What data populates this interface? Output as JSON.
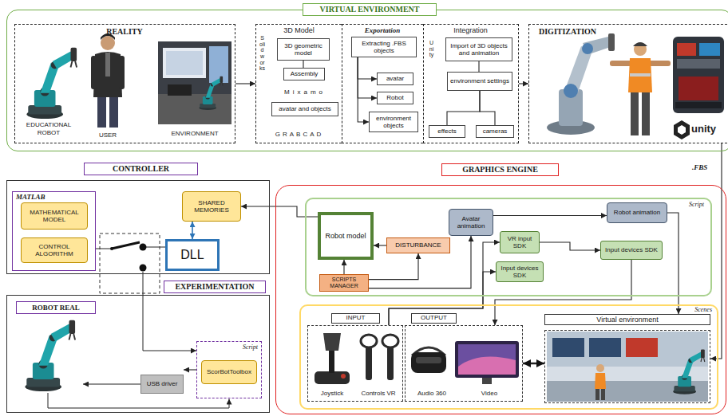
{
  "diagram": {
    "nodes": [
      {
        "text": [
          "VIRTUAL ENVIRONMENT"
        ]
      },
      {
        "text": [
          "REALITY"
        ],
        "in": 0
      },
      {
        "text": [
          "3D Model"
        ],
        "in": 0
      },
      {
        "text": [
          "3D geometric model"
        ],
        "in": 2
      },
      {
        "text": [
          "Assembly"
        ],
        "in": 2
      },
      {
        "text": [
          "avatar and objects"
        ],
        "in": 2
      },
      {
        "text": [
          "Exportation"
        ],
        "in": 0
      },
      {
        "text": [
          "Extracting .FBS objects"
        ],
        "in": 6
      },
      {
        "text": [
          "avatar"
        ],
        "in": 6
      },
      {
        "text": [
          "Robot"
        ],
        "in": 6
      },
      {
        "text": [
          "environment objects"
        ],
        "in": 6
      },
      {
        "text": [
          "Integration"
        ],
        "in": 0
      },
      {
        "text": [
          "Import of 3D objects and animation"
        ],
        "in": 11
      },
      {
        "text": [
          "environment settings"
        ],
        "in": 11
      },
      {
        "text": [
          "effects"
        ],
        "in": 11
      },
      {
        "text": [
          "cameras"
        ],
        "in": 11
      },
      {
        "text": [
          "DIGITIZATION"
        ],
        "in": 0
      },
      {
        "text": [
          "CONTROLLER"
        ]
      },
      {
        "text": [
          "MATLAB"
        ],
        "in": 17
      },
      {
        "text": [
          "MATHEMATICAL MODEL"
        ],
        "in": 18
      },
      {
        "text": [
          "CONTROL ALGORITHM"
        ],
        "in": 18
      },
      {
        "text": [
          "SHARED MEMORIES"
        ],
        "in": 17
      },
      {
        "text": [
          "DLL"
        ],
        "in": 17
      },
      {
        "text": [
          "EXPERIMENTATION"
        ]
      },
      {
        "text": [
          "ROBOT REAL"
        ],
        "in": 23
      },
      {
        "text": [
          "Script"
        ],
        "in": 23
      },
      {
        "text": [
          "ScorBotToolbox"
        ],
        "in": 25
      },
      {
        "text": [
          "USB driver"
        ],
        "in": 23
      },
      {
        "text": [
          "GRAPHICS ENGINE"
        ]
      },
      {
        "text": [
          "Script"
        ],
        "in": 28
      },
      {
        "text": [
          "Robot model"
        ],
        "in": 29
      },
      {
        "text": [
          "SCRIPTS MANAGER"
        ],
        "in": 29
      },
      {
        "text": [
          "DISTURBANCE"
        ],
        "in": 29
      },
      {
        "text": [
          "Avatar animation"
        ],
        "in": 29
      },
      {
        "text": [
          "Robot animation"
        ],
        "in": 29
      },
      {
        "text": [
          "VR input SDK"
        ],
        "in": 29
      },
      {
        "text": [
          "Input devices SDK"
        ],
        "in": 29
      },
      {
        "text": [
          "Input devices SDK"
        ],
        "in": 29
      },
      {
        "text": [
          "Scenes"
        ],
        "in": 28
      },
      {
        "text": [
          "INPUT"
        ],
        "in": 38
      },
      {
        "text": [
          "OUTPUT"
        ],
        "in": 38
      },
      {
        "text": [
          "Virtual environment"
        ],
        "in": 38
      }
    ],
    "edges": [
      {
        "from": 1,
        "to": 2,
        "arrow": "to"
      },
      {
        "from": 11,
        "to": 16,
        "arrow": "to"
      },
      {
        "from": 3,
        "to": 4,
        "arrow": "none"
      },
      {
        "from": 7,
        "to": 8,
        "arrow": "to"
      },
      {
        "from": 7,
        "to": 9,
        "arrow": "to"
      },
      {
        "from": 7,
        "to": 10,
        "arrow": "to"
      },
      {
        "from": 12,
        "to": 13,
        "arrow": "none"
      },
      {
        "from": 13,
        "to": 14,
        "arrow": "none"
      },
      {
        "from": 13,
        "to": 15,
        "arrow": "none"
      },
      {
        "from": 30,
        "to": 21,
        "arrow": "to"
      },
      {
        "from": 22,
        "to": 21,
        "arrow": "both"
      },
      {
        "from": 25,
        "to": 27,
        "arrow": "to"
      },
      {
        "from": 31,
        "to": 30,
        "arrow": "to"
      },
      {
        "from": 32,
        "to": 30,
        "arrow": "to"
      },
      {
        "from": 31,
        "to": 32,
        "arrow": "to"
      },
      {
        "from": 31,
        "to": 33,
        "arrow": "to"
      },
      {
        "from": 33,
        "to": 34,
        "arrow": "to"
      },
      {
        "from": 34,
        "to": 41,
        "arrow": "to"
      },
      {
        "from": 35,
        "to": 36,
        "arrow": "to"
      },
      {
        "from": 39,
        "to": 35,
        "arrow": "to"
      },
      {
        "from": 39,
        "to": 37,
        "arrow": "to"
      },
      {
        "from": 36,
        "to": 40,
        "arrow": "to"
      },
      {
        "from": 40,
        "to": 41,
        "arrow": "both"
      },
      {
        "from": 16,
        "to": 41,
        "label": ".FBS",
        "arrow": "to"
      }
    ],
    "labels": [
      "EDUCATIONAL ROBOT",
      "USER",
      "ENVIRONMENT",
      "Solidworks",
      "Mixamo",
      "GRABCAD",
      "Unity",
      "unity",
      "Joystick",
      "Controls VR",
      "Audio 360",
      "Video"
    ]
  }
}
